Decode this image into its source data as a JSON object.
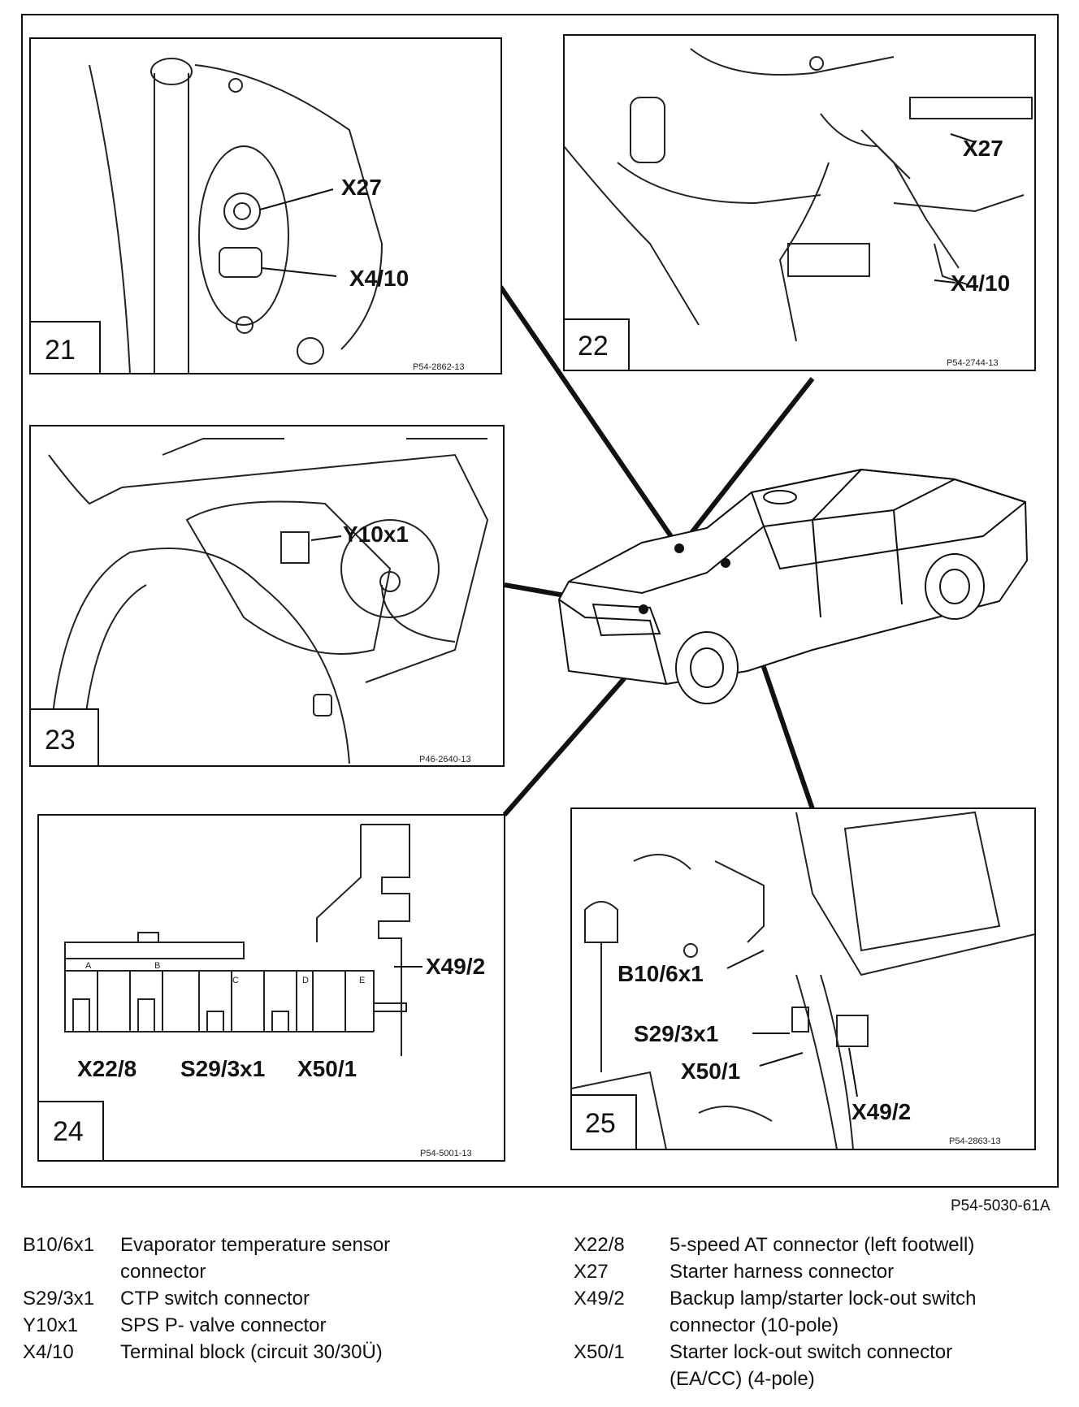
{
  "figure_code": "P54-5030-61A",
  "panels": [
    {
      "number": "21",
      "code": "P54-2862-13",
      "callouts": [
        "X27",
        "X4/10"
      ]
    },
    {
      "number": "22",
      "code": "P54-2744-13",
      "callouts": [
        "X27",
        "X4/10"
      ]
    },
    {
      "number": "23",
      "code": "P46-2640-13",
      "callouts": [
        "Y10x1"
      ]
    },
    {
      "number": "24",
      "code": "P54-5001-13",
      "callouts": [
        "X49/2",
        "X22/8",
        "S29/3x1",
        "X50/1"
      ],
      "pin_letters": [
        "A",
        "B",
        "C",
        "D",
        "E"
      ]
    },
    {
      "number": "25",
      "code": "P54-2863-13",
      "callouts": [
        "B10/6x1",
        "S29/3x1",
        "X50/1",
        "X49/2"
      ]
    }
  ],
  "legend_left": [
    {
      "code": "B10/6x1",
      "desc": "Evaporator temperature sensor",
      "desc2": "connector"
    },
    {
      "code": "S29/3x1",
      "desc": "CTP switch connector"
    },
    {
      "code": "Y10x1",
      "desc": "SPS P- valve connector"
    },
    {
      "code": "X4/10",
      "desc": "Terminal block (circuit 30/30Ü)"
    }
  ],
  "legend_right": [
    {
      "code": "X22/8",
      "desc": "5-speed AT connector (left footwell)"
    },
    {
      "code": "X27",
      "desc": "Starter harness connector"
    },
    {
      "code": "X49/2",
      "desc": "Backup lamp/starter lock-out switch",
      "desc2": "connector (10-pole)"
    },
    {
      "code": "X50/1",
      "desc": "Starter lock-out switch connector",
      "desc2": "(EA/CC) (4-pole)"
    }
  ]
}
